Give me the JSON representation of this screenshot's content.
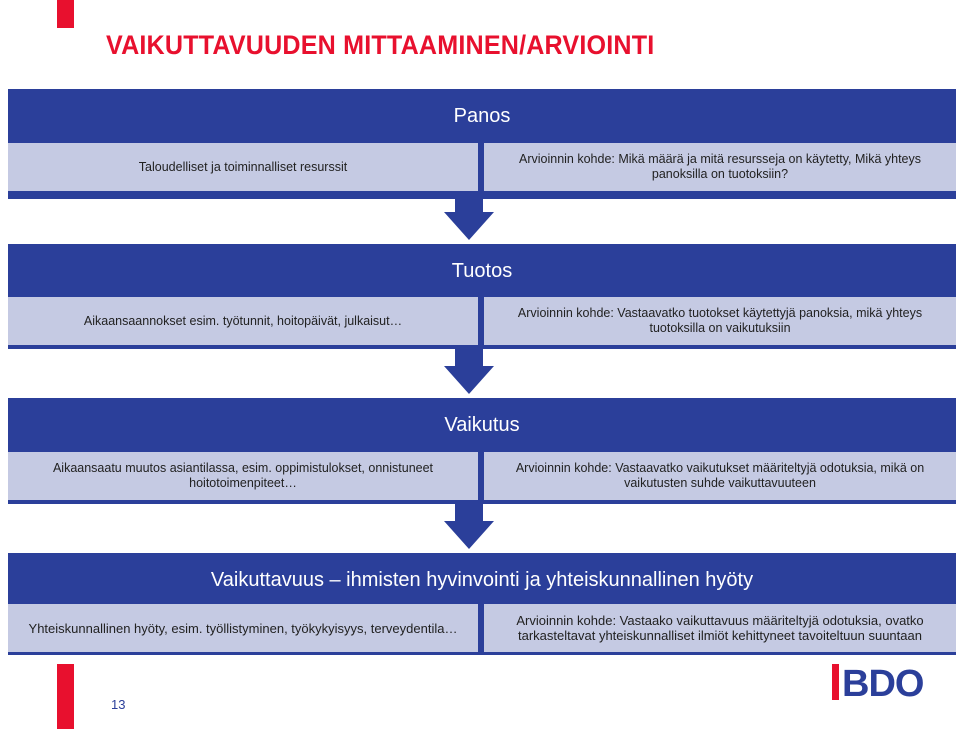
{
  "slide": {
    "title": "VAIKUTTAVUUDEN MITTAAMINEN/ARVIOINTI",
    "page_number": "13",
    "logo_text": "BDO",
    "colors": {
      "accent_red": "#e8102e",
      "header_blue": "#2b3f9a",
      "cell_lavender": "#c5cae3"
    }
  },
  "stages": [
    {
      "header": "Panos",
      "left": "Taloudelliset ja toiminnalliset resurssit",
      "right": "Arvioinnin kohde: Mikä määrä ja mitä resursseja on käytetty, Mikä yhteys panoksilla on tuotoksiin?"
    },
    {
      "header": "Tuotos",
      "left": "Aikaansaannokset esim. työtunnit, hoitopäivät, julkaisut…",
      "right": "Arvioinnin kohde: Vastaavatko tuotokset käytettyjä panoksia, mikä yhteys tuotoksilla on vaikutuksiin"
    },
    {
      "header": "Vaikutus",
      "left": "Aikaansaatu muutos asiantilassa, esim. oppimistulokset, onnistuneet hoitotoimenpiteet…",
      "right": "Arvioinnin kohde: Vastaavatko vaikutukset määriteltyjä odotuksia, mikä on vaikutusten suhde vaikuttavuuteen"
    },
    {
      "header": "Vaikuttavuus – ihmisten hyvinvointi ja yhteiskunnallinen hyöty",
      "left": "Yhteiskunnallinen hyöty, esim. työllistyminen, työkykyisyys, terveydentila…",
      "right": "Arvioinnin kohde: Vastaako vaikuttavuus määriteltyjä odotuksia, ovatko tarkasteltavat yhteiskunnalliset ilmiöt kehittyneet tavoiteltuun suuntaan"
    }
  ]
}
